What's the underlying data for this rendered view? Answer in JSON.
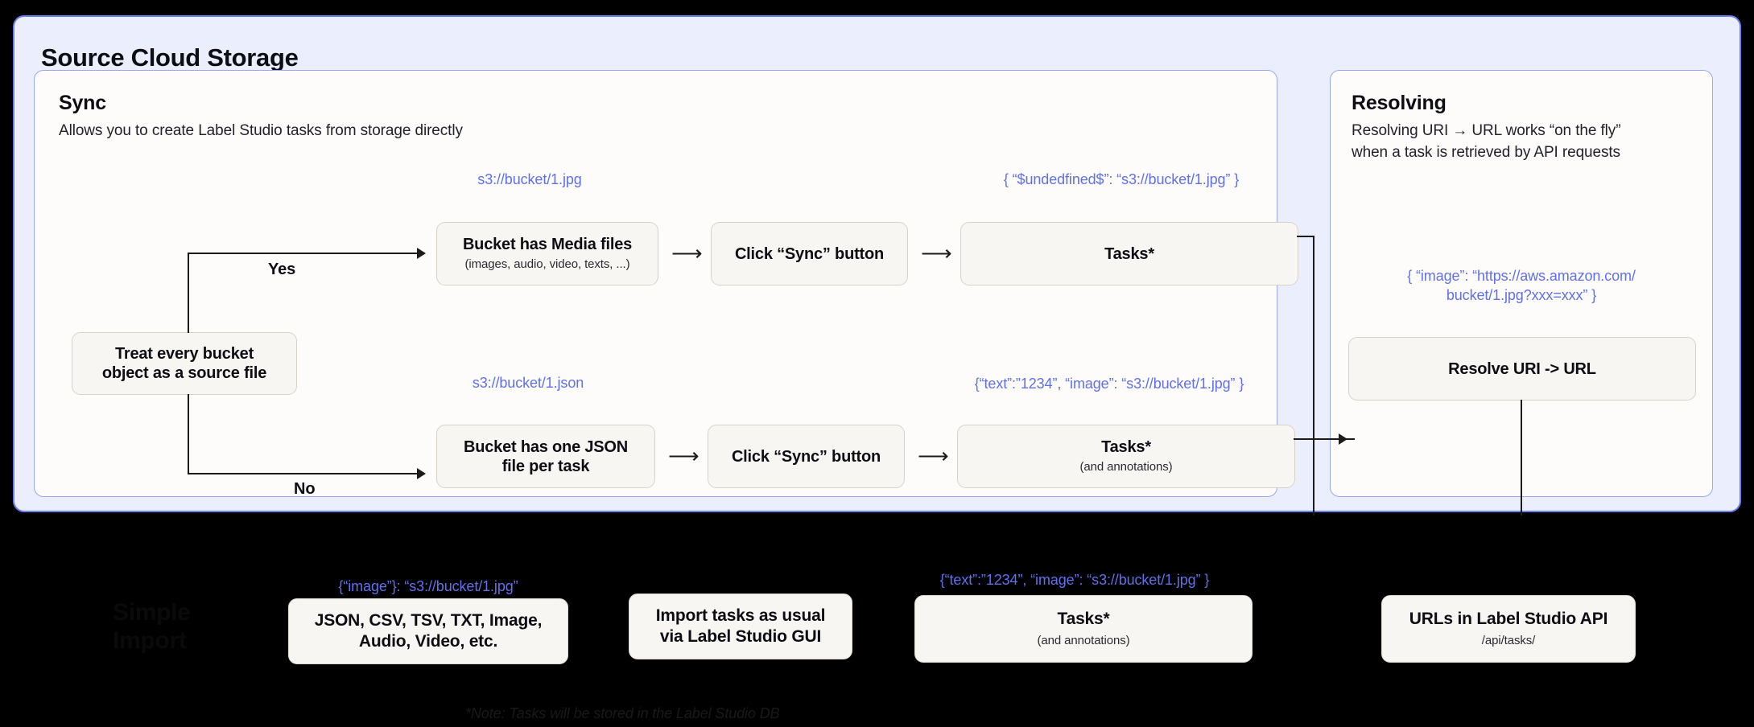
{
  "diagram": {
    "background_color": "#000000",
    "panel_color": "#ebeefd",
    "panel_border_color": "#6c7ef0",
    "card_color": "#fdfcfa",
    "box_color": "#f8f6f3",
    "box_border_color": "#d8d2c6",
    "annotation_color": "#6070ec"
  },
  "outer_panel": {
    "title": "Source Cloud Storage"
  },
  "sync_card": {
    "title": "Sync",
    "subtitle": "Allows you to create Label Studio tasks from storage directly",
    "decision": {
      "line1": "Treat every bucket",
      "line2": "object as a source file"
    },
    "branches": {
      "yes": "Yes",
      "no": "No"
    },
    "yes_row": {
      "uri_label": "s3://bucket/1.jpg",
      "box1_title": "Bucket has Media files",
      "box1_sub": "(images, audio, video, texts, ...)",
      "box2_title": "Click “Sync” button",
      "json_label": "{ “$undedfined$”: “s3://bucket/1.jpg” }",
      "box3_title": "Tasks*"
    },
    "no_row": {
      "uri_label": "s3://bucket/1.json",
      "box1_line1": "Bucket has one JSON",
      "box1_line2": "file per task",
      "box2_title": "Click “Sync” button",
      "json_label": "{“text”:”1234”,  “image”: “s3://bucket/1.jpg” }",
      "box3_title": "Tasks*",
      "box3_sub": "(and annotations)"
    }
  },
  "resolving_card": {
    "title": "Resolving",
    "subtitle_line1": "Resolving URI → URL works “on the fly”",
    "subtitle_line2": "when a task is retrieved by API requests",
    "json_label_line1": "{ “image”: “https://aws.amazon.com/",
    "json_label_line2": "bucket/1.jpg?xxx=xxx” }",
    "box_title": "Resolve URI -> URL"
  },
  "bottom_section": {
    "ghost_title_line1": "Simple",
    "ghost_title_line2": "Import",
    "formats_json_label": "{“image”}: “s3://bucket/1.jpg”",
    "formats_box": {
      "line1": "JSON, CSV, TSV, TXT, Image,",
      "line2": "Audio, Video, etc."
    },
    "import_box": {
      "line1": "Import tasks as usual",
      "line2": "via Label Studio GUI"
    },
    "tasks_json_label": "{“text”:”1234”,  “image”: “s3://bucket/1.jpg” }",
    "tasks_box": {
      "title": "Tasks*",
      "sub": "(and annotations)"
    },
    "api_box": {
      "title": "URLs in Label Studio API",
      "sub": "/api/tasks/"
    },
    "footnote": "*Note: Tasks will be stored in the Label Studio DB"
  }
}
